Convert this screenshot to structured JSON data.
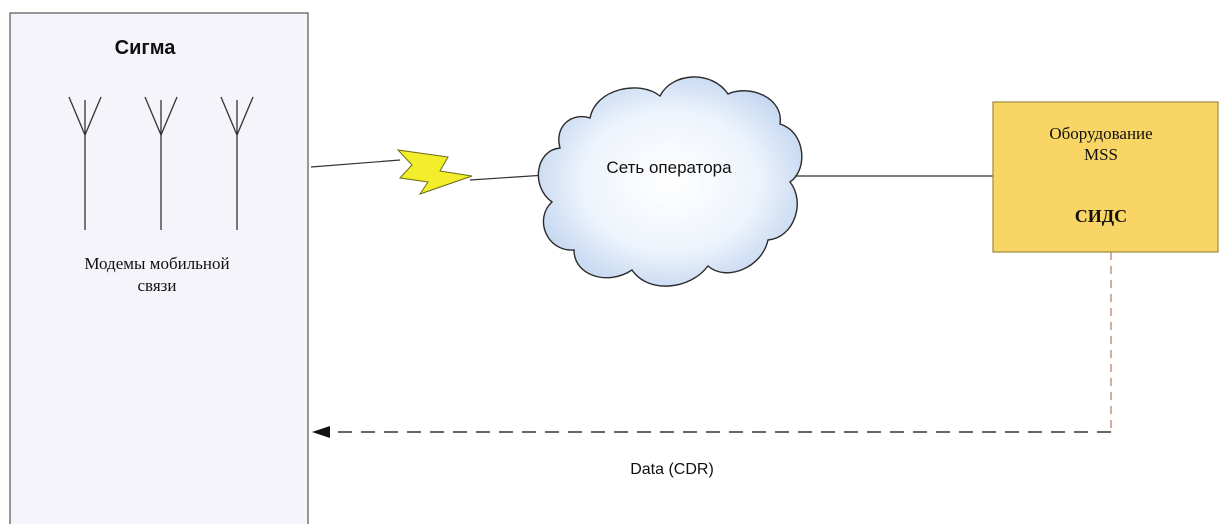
{
  "sigma": {
    "title": "Сигма",
    "modems_label_line1": "Модемы мобильной",
    "modems_label_line2": "связи"
  },
  "operator_network": {
    "label": "Сеть оператора"
  },
  "mss": {
    "label_line1": "Оборудование",
    "label_line2": "MSS",
    "sids_label": "СИДС"
  },
  "data_flow": {
    "label": "Data (CDR)"
  },
  "colors": {
    "sigma_fill": "#f5f4fa",
    "mss_fill": "#f8d565",
    "mss_border": "#9c8a3c",
    "cloud_fill": "#dbe8f8",
    "lightning_fill": "#f3ee2c",
    "dashed_vertical": "#b07a5c",
    "dashed_horizontal": "#333333"
  },
  "icons": [
    "antenna-icon",
    "antenna-icon",
    "antenna-icon",
    "lightning-icon",
    "cloud-icon",
    "arrow-left-icon"
  ]
}
